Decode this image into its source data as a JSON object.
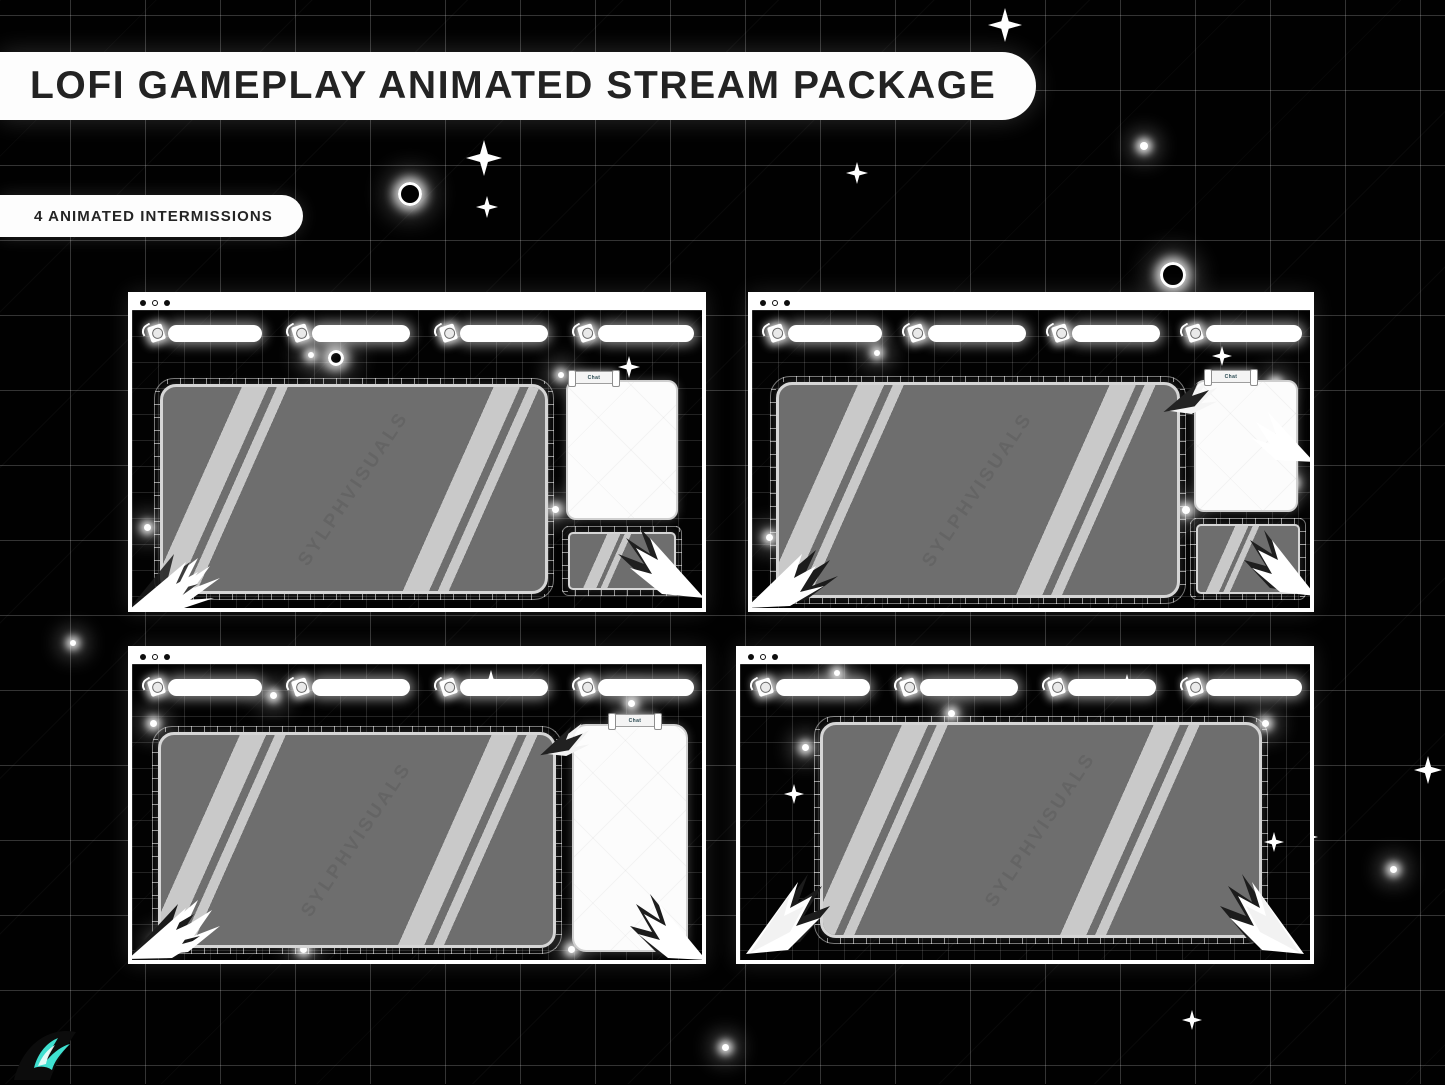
{
  "page": {
    "background_color": "#010101",
    "accent_color": "#3fe0d0",
    "watermark": "SYLPHVISUALS"
  },
  "header": {
    "title": "LOFI GAMEPLAY ANIMATED STREAM PACKAGE",
    "subtitle": "4 ANIMATED INTERMISSIONS"
  },
  "labels": {
    "chat_tab": "Chat",
    "window_dots": [
      "dot-1",
      "dot-2",
      "dot-3"
    ]
  },
  "panels": [
    {
      "id": "intermission-1",
      "name": "gameplay-with-chat-and-cam",
      "badges": [
        "",
        "",
        "",
        ""
      ],
      "regions": [
        "main-screen",
        "chat-panel",
        "webcam-panel"
      ]
    },
    {
      "id": "intermission-2",
      "name": "wide-gameplay-with-stacked-chat-cam",
      "badges": [
        "",
        "",
        "",
        ""
      ],
      "regions": [
        "main-screen",
        "chat-panel",
        "webcam-panel"
      ]
    },
    {
      "id": "intermission-3",
      "name": "gameplay-with-tall-chat",
      "badges": [
        "",
        "",
        "",
        ""
      ],
      "regions": [
        "main-screen",
        "chat-panel"
      ]
    },
    {
      "id": "intermission-4",
      "name": "fullscreen-gameplay",
      "badges": [
        "",
        "",
        "",
        ""
      ],
      "regions": [
        "main-screen"
      ]
    }
  ],
  "icons": {
    "lamp": "lantern-icon",
    "feather": "feather-icon",
    "logo": "sylph-bird-logo",
    "sparkle": "sparkle-star-icon",
    "ring": "glow-ring-icon"
  }
}
